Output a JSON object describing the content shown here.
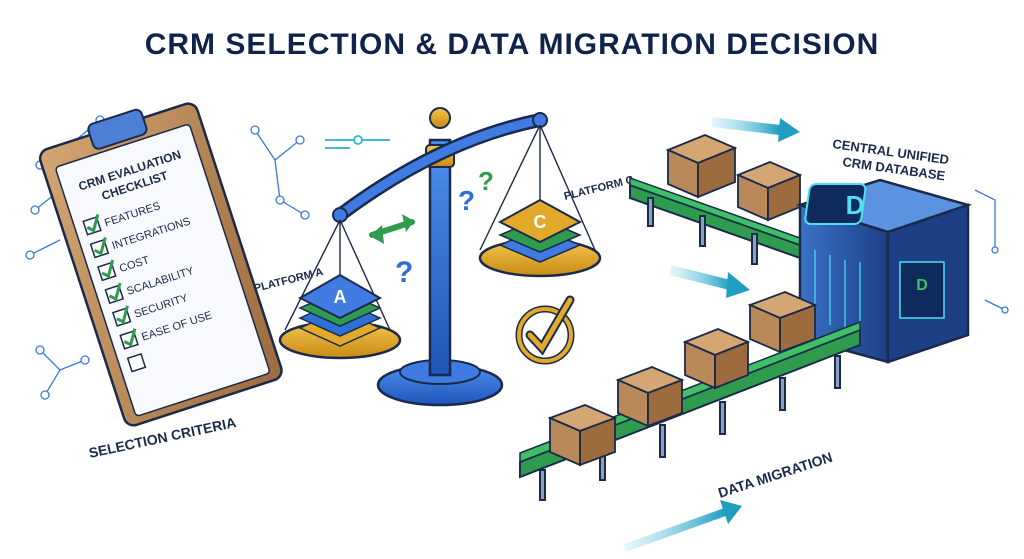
{
  "title": "CRM SELECTION & DATA MIGRATION DECISION",
  "checklist": {
    "heading_line1": "CRM EVALUATION",
    "heading_line2": "CHECKLIST",
    "items": [
      "FEATURES",
      "INTEGRATIONS",
      "COST",
      "SCALABILITY",
      "SECURITY",
      "EASE OF USE"
    ],
    "caption": "SELECTION CRITERIA"
  },
  "scale": {
    "left_label": "PLATFORM A",
    "left_letter": "A",
    "right_label": "PLATFORM C",
    "right_letter": "C",
    "question_marks": [
      "?",
      "?",
      "?"
    ]
  },
  "database": {
    "label_line1": "CENTRAL UNIFIED",
    "label_line2": "CRM DATABASE",
    "logo_letter": "D"
  },
  "migration": {
    "label": "DATA MIGRATION"
  },
  "colors": {
    "navy": "#10234a",
    "blue": "#2f6fd6",
    "green": "#2e9b4f",
    "teal": "#1aa6b7",
    "gold": "#e2a92b",
    "wood": "#b9895a"
  }
}
